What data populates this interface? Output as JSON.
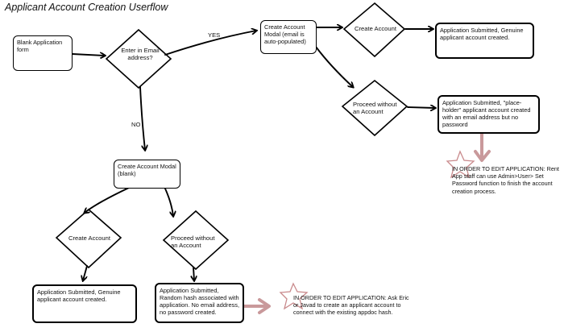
{
  "title": "Applicant Account Creation Userflow",
  "nodes": {
    "blank_form": "Blank Application form",
    "enter_email": "Enter in Email address?",
    "modal_email": "Create Account Modal (email is auto-populated)",
    "create_account_top": "Create Account",
    "submitted_genuine_top": "Application Submitted, Genuine applicant account created.",
    "proceed_without_top": "Proceed without an Account",
    "submitted_placeholder": "Application Submitted, \"place-holder\" applicant account created with an email address but no password",
    "modal_blank": "Create Account Modal (blank)",
    "create_account_bottom": "Create Account",
    "proceed_without_bottom": "Proceed without an Account",
    "submitted_genuine_bottom": "Application Submitted, Genuine applicant account created.",
    "submitted_hash": "Application Submitted, Random hash associated with application. No email address, no password created."
  },
  "edges": {
    "yes": "YES",
    "no": "NO"
  },
  "notes": {
    "right": "IN ORDER TO EDIT APPLICATION: Rent App staff can use Admin>User> Set Password function to finish the account creation process.",
    "bottom": "IN ORDER TO EDIT APPLICATION: Ask Eric or Javad to create an applicant account to connect with the existing appdoc hash."
  },
  "colors": {
    "line": "#000000",
    "accent_arrow": "#c9999b",
    "star": "#c98a8c"
  }
}
